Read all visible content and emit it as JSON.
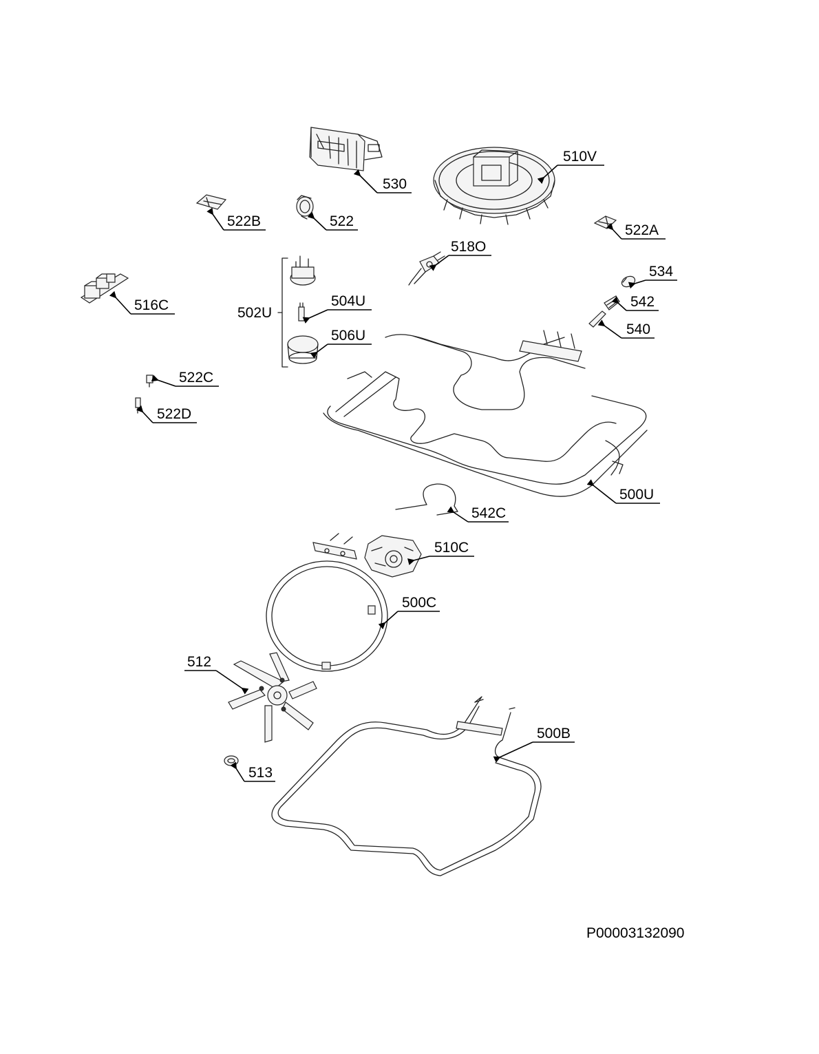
{
  "diagram": {
    "document_code": "P00003132090",
    "group_bracket_label": "502U",
    "callouts": [
      {
        "id": "530",
        "text": "530"
      },
      {
        "id": "510V",
        "text": "510V"
      },
      {
        "id": "522B",
        "text": "522B"
      },
      {
        "id": "522",
        "text": "522"
      },
      {
        "id": "522A",
        "text": "522A"
      },
      {
        "id": "5180",
        "text": "518O"
      },
      {
        "id": "534",
        "text": "534"
      },
      {
        "id": "516C",
        "text": "516C"
      },
      {
        "id": "504U",
        "text": "504U"
      },
      {
        "id": "542",
        "text": "542"
      },
      {
        "id": "540",
        "text": "540"
      },
      {
        "id": "506U",
        "text": "506U"
      },
      {
        "id": "522C",
        "text": "522C"
      },
      {
        "id": "522D",
        "text": "522D"
      },
      {
        "id": "500U",
        "text": "500U"
      },
      {
        "id": "542C",
        "text": "542C"
      },
      {
        "id": "510C",
        "text": "510C"
      },
      {
        "id": "500C",
        "text": "500C"
      },
      {
        "id": "512",
        "text": "512"
      },
      {
        "id": "500B",
        "text": "500B"
      },
      {
        "id": "513",
        "text": "513"
      }
    ]
  }
}
